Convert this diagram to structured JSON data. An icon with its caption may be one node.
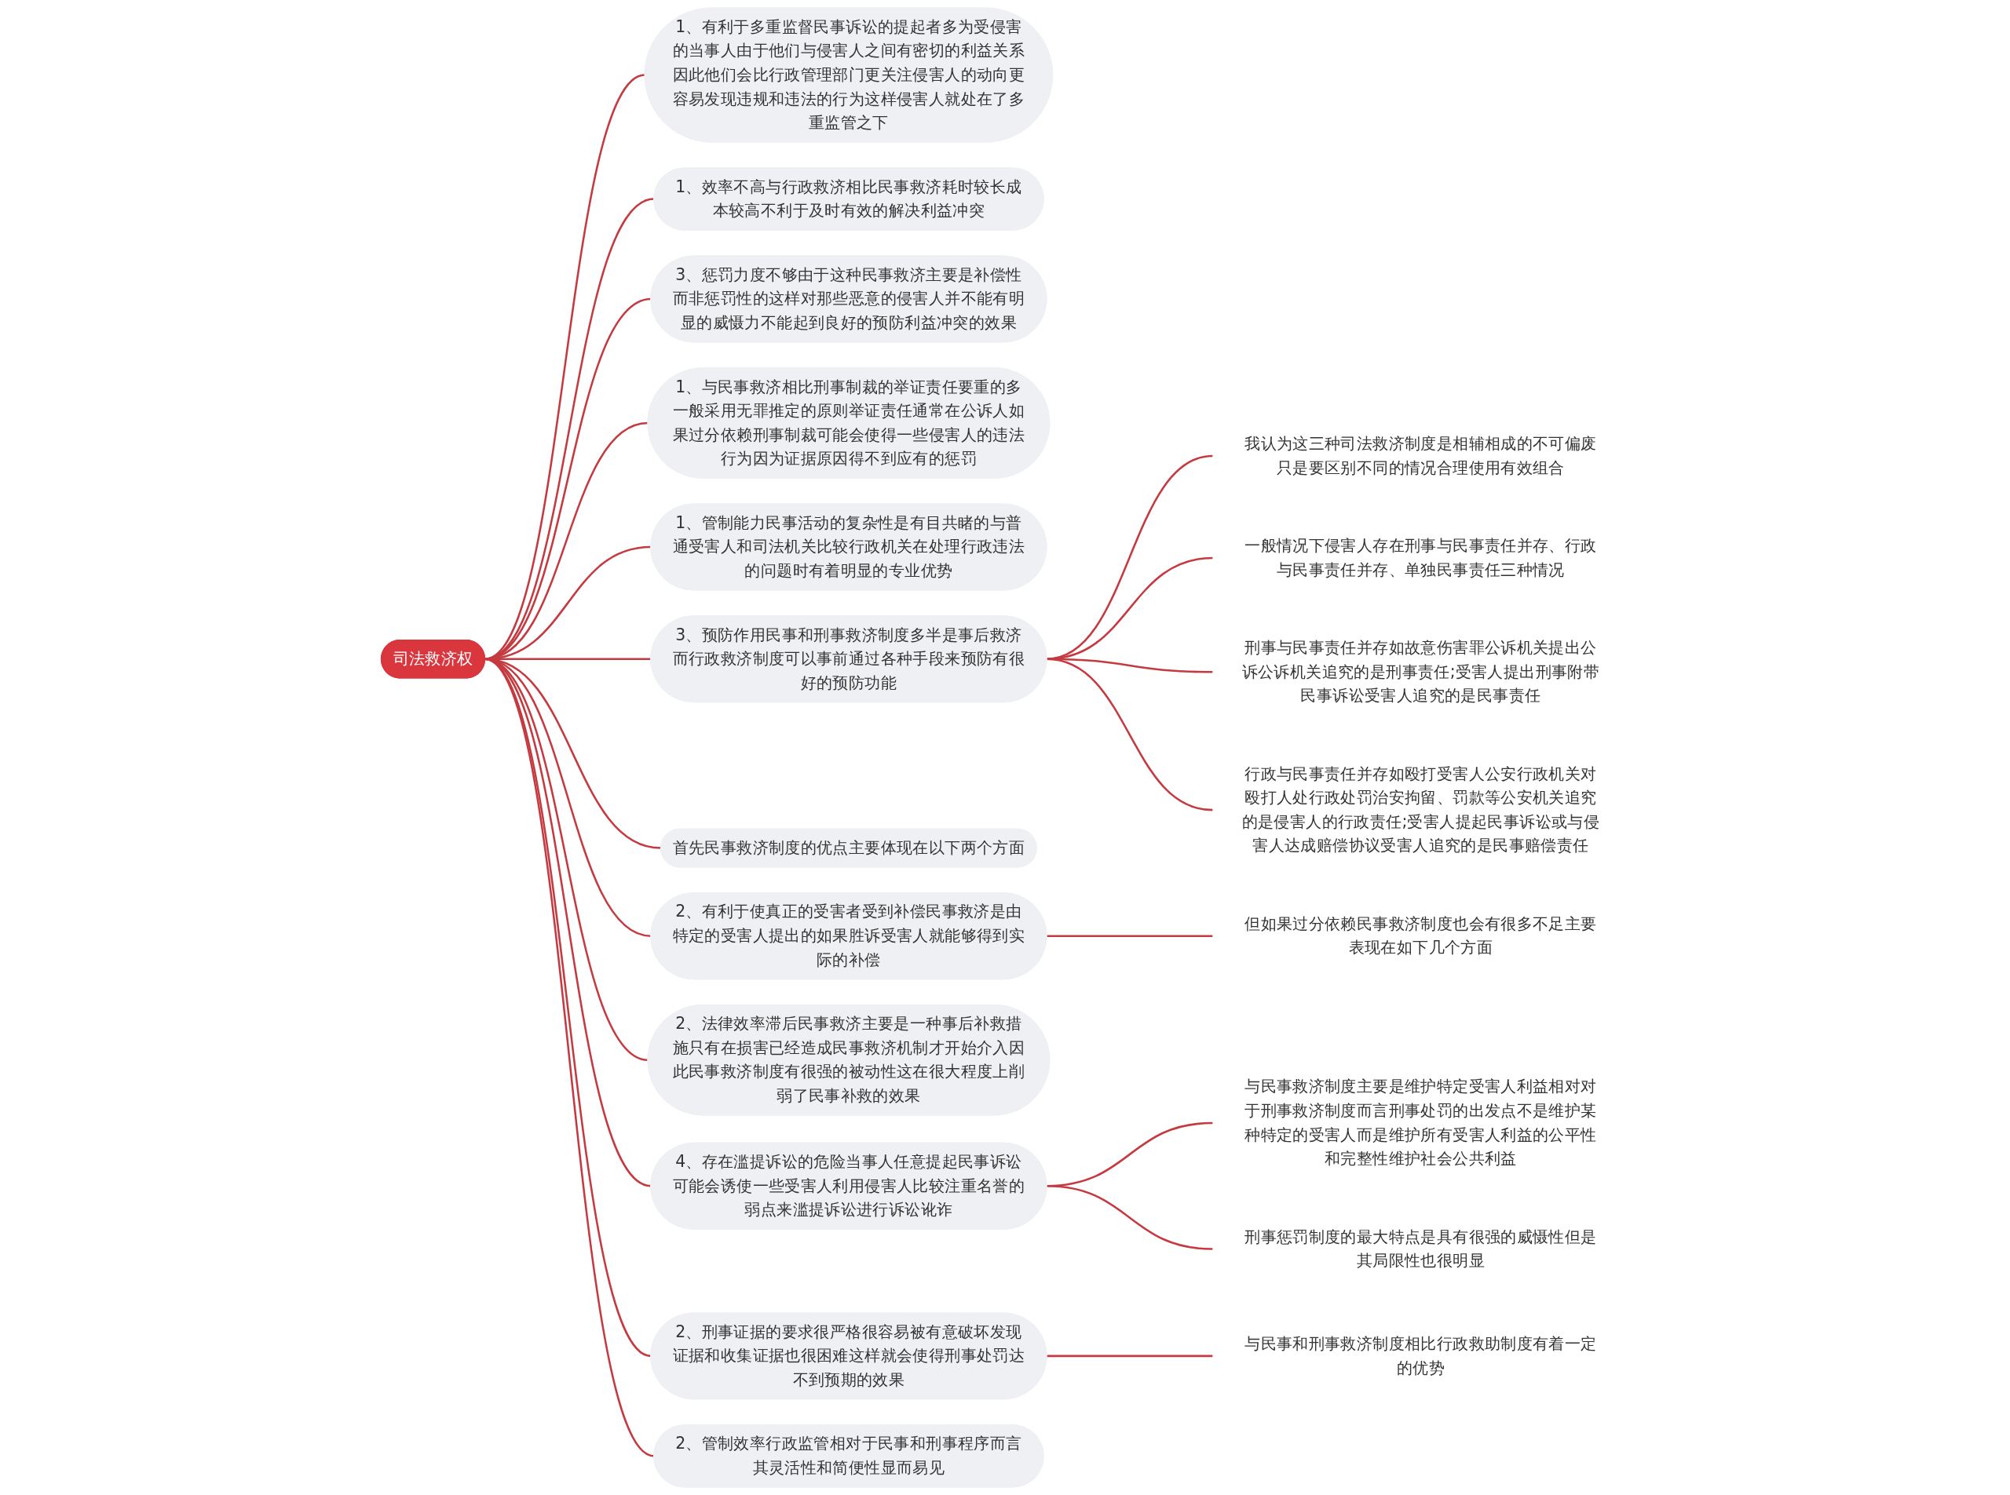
{
  "diagram": {
    "nodes": [
      {
        "text": [
          "司法救济权"
        ]
      },
      {
        "text": [
          "1、有利于多重监督民事诉讼的提起者多为受侵害的当事人由于他们与侵害人之间有密切的利益关系因此他们会比行政管理部门更关注侵害人的动向更容易发现违规和违法的行为这样侵害人就处在了多重监管之下"
        ]
      },
      {
        "text": [
          "1、效率不高与行政救济相比民事救济耗时较长成本较高不利于及时有效的解决利益冲突"
        ]
      },
      {
        "text": [
          "3、惩罚力度不够由于这种民事救济主要是补偿性而非惩罚性的这样对那些恶意的侵害人并不能有明显的威慑力不能起到良好的预防利益冲突的效果"
        ]
      },
      {
        "text": [
          "1、与民事救济相比刑事制裁的举证责任要重的多一般采用无罪推定的原则举证责任通常在公诉人如果过分依赖刑事制裁可能会使得一些侵害人的违法行为因为证据原因得不到应有的惩罚"
        ]
      },
      {
        "text": [
          "1、管制能力民事活动的复杂性是有目共睹的与普通受害人和司法机关比较行政机关在处理行政违法的问题时有着明显的专业优势"
        ]
      },
      {
        "text": [
          "3、预防作用民事和刑事救济制度多半是事后救济而行政救济制度可以事前通过各种手段来预防有很好的预防功能"
        ]
      },
      {
        "text": [
          "我认为这三种司法救济制度是相辅相成的不可偏废只是要区别不同的情况合理使用有效组合"
        ]
      },
      {
        "text": [
          "一般情况下侵害人存在刑事与民事责任并存、行政与民事责任并存、单独民事责任三种情况"
        ]
      },
      {
        "text": [
          "刑事与民事责任并存如故意伤害罪公诉机关提出公诉公诉机关追究的是刑事责任;受害人提出刑事附带民事诉讼受害人追究的是民事责任"
        ]
      },
      {
        "text": [
          "行政与民事责任并存如殴打受害人公安行政机关对殴打人处行政处罚治安拘留、罚款等公安机关追究的是侵害人的行政责任;受害人提起民事诉讼或与侵害人达成赔偿协议受害人追究的是民事赔偿责任"
        ]
      },
      {
        "text": [
          "首先民事救济制度的优点主要体现在以下两个方面"
        ]
      },
      {
        "text": [
          "2、有利于使真正的受害者受到补偿民事救济是由特定的受害人提出的如果胜诉受害人就能够得到实际的补偿"
        ]
      },
      {
        "text": [
          "但如果过分依赖民事救济制度也会有很多不足主要表现在如下几个方面"
        ]
      },
      {
        "text": [
          "2、法律效率滞后民事救济主要是一种事后补救措施只有在损害已经造成民事救济机制才开始介入因此民事救济制度有很强的被动性这在很大程度上削弱了民事补救的效果"
        ]
      },
      {
        "text": [
          "4、存在滥提诉讼的危险当事人任意提起民事诉讼可能会诱使一些受害人利用侵害人比较注重名誉的弱点来滥提诉讼进行诉讼讹诈"
        ]
      },
      {
        "text": [
          "与民事救济制度主要是维护特定受害人利益相对对于刑事救济制度而言刑事处罚的出发点不是维护某种特定的受害人而是维护所有受害人利益的公平性和完整性维护社会公共利益"
        ]
      },
      {
        "text": [
          "刑事惩罚制度的最大特点是具有很强的威慑性但是其局限性也很明显"
        ]
      },
      {
        "text": [
          "2、刑事证据的要求很严格很容易被有意破坏发现证据和收集证据也很困难这样就会使得刑事处罚达不到预期的效果"
        ]
      },
      {
        "text": [
          "与民事和刑事救济制度相比行政救助制度有着一定的优势"
        ]
      },
      {
        "text": [
          "2、管制效率行政监管相对于民事和刑事程序而言其灵活性和简便性显而易见"
        ]
      }
    ],
    "edges": [
      {
        "from": 0,
        "to": 1,
        "arrow": "none"
      },
      {
        "from": 0,
        "to": 2,
        "arrow": "none"
      },
      {
        "from": 0,
        "to": 3,
        "arrow": "none"
      },
      {
        "from": 0,
        "to": 4,
        "arrow": "none"
      },
      {
        "from": 0,
        "to": 5,
        "arrow": "none"
      },
      {
        "from": 0,
        "to": 6,
        "arrow": "none"
      },
      {
        "from": 6,
        "to": 7,
        "arrow": "none"
      },
      {
        "from": 6,
        "to": 8,
        "arrow": "none"
      },
      {
        "from": 6,
        "to": 9,
        "arrow": "none"
      },
      {
        "from": 6,
        "to": 10,
        "arrow": "none"
      },
      {
        "from": 0,
        "to": 11,
        "arrow": "none"
      },
      {
        "from": 0,
        "to": 12,
        "arrow": "none"
      },
      {
        "from": 12,
        "to": 13,
        "arrow": "none"
      },
      {
        "from": 0,
        "to": 14,
        "arrow": "none"
      },
      {
        "from": 0,
        "to": 15,
        "arrow": "none"
      },
      {
        "from": 15,
        "to": 16,
        "arrow": "none"
      },
      {
        "from": 15,
        "to": 17,
        "arrow": "none"
      },
      {
        "from": 0,
        "to": 18,
        "arrow": "none"
      },
      {
        "from": 18,
        "to": 19,
        "arrow": "none"
      },
      {
        "from": 0,
        "to": 20,
        "arrow": "none"
      }
    ]
  }
}
